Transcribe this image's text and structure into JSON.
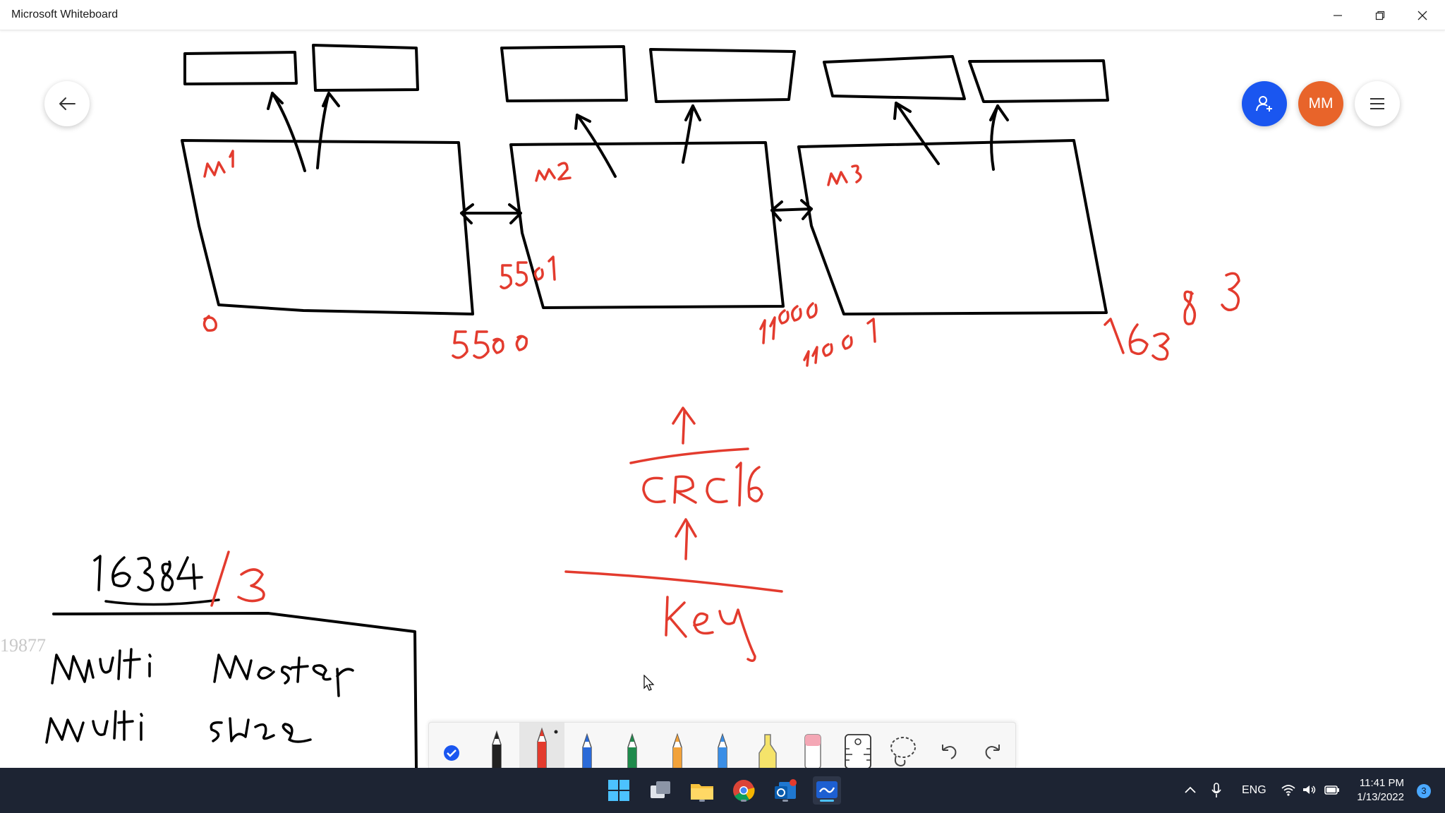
{
  "window": {
    "title": "Microsoft Whiteboard",
    "controls": [
      "minimize-icon",
      "restore-icon",
      "close-icon"
    ]
  },
  "canvas": {
    "page_number": "19877",
    "ink_colors": {
      "black": "#000000",
      "red": "#e33b2e"
    },
    "handwriting_labels": [
      "m1",
      "m2",
      "m3",
      "0",
      "5500",
      "5501",
      "11000",
      "11001",
      "16383",
      "CRC16",
      "Key",
      "16384/3",
      "Multi Master",
      "Multi slave"
    ]
  },
  "floating_buttons": {
    "back": "arrow-left-icon",
    "invite": "add-person-icon",
    "avatar_initials": "MM",
    "menu": "hamburger-icon"
  },
  "toolbar": {
    "tools": [
      {
        "name": "select",
        "icon": "checkmark-icon",
        "color": "#1a56f0"
      },
      {
        "name": "pen-black",
        "icon": "pen-icon",
        "color": "#222222"
      },
      {
        "name": "pen-red",
        "icon": "pen-icon",
        "color": "#e33b2e",
        "selected": true
      },
      {
        "name": "pen-blue",
        "icon": "pen-icon",
        "color": "#2a6ad8"
      },
      {
        "name": "pen-green",
        "icon": "pen-icon",
        "color": "#1f8a4c"
      },
      {
        "name": "pen-orange",
        "icon": "pen-icon",
        "color": "#f2a23a"
      },
      {
        "name": "pen-lightblue",
        "icon": "pen-icon",
        "color": "#3a8ee6"
      },
      {
        "name": "highlighter",
        "icon": "highlighter-icon",
        "color": "#f5e36a"
      },
      {
        "name": "eraser",
        "icon": "eraser-icon",
        "color": "#f4a7b5"
      },
      {
        "name": "ruler",
        "icon": "ruler-icon",
        "color": "#ffffff"
      },
      {
        "name": "lasso",
        "icon": "lasso-icon",
        "color": "#444444"
      },
      {
        "name": "undo",
        "icon": "undo-icon",
        "color": "#444444"
      },
      {
        "name": "redo",
        "icon": "redo-icon",
        "color": "#444444"
      }
    ]
  },
  "taskbar": {
    "apps": [
      "windows-start-icon",
      "task-view-icon",
      "file-explorer-icon",
      "chrome-icon",
      "outlook-icon",
      "whiteboard-icon"
    ],
    "language": "ENG",
    "time": "11:41 PM",
    "date": "1/13/2022",
    "notification_count": "3"
  }
}
